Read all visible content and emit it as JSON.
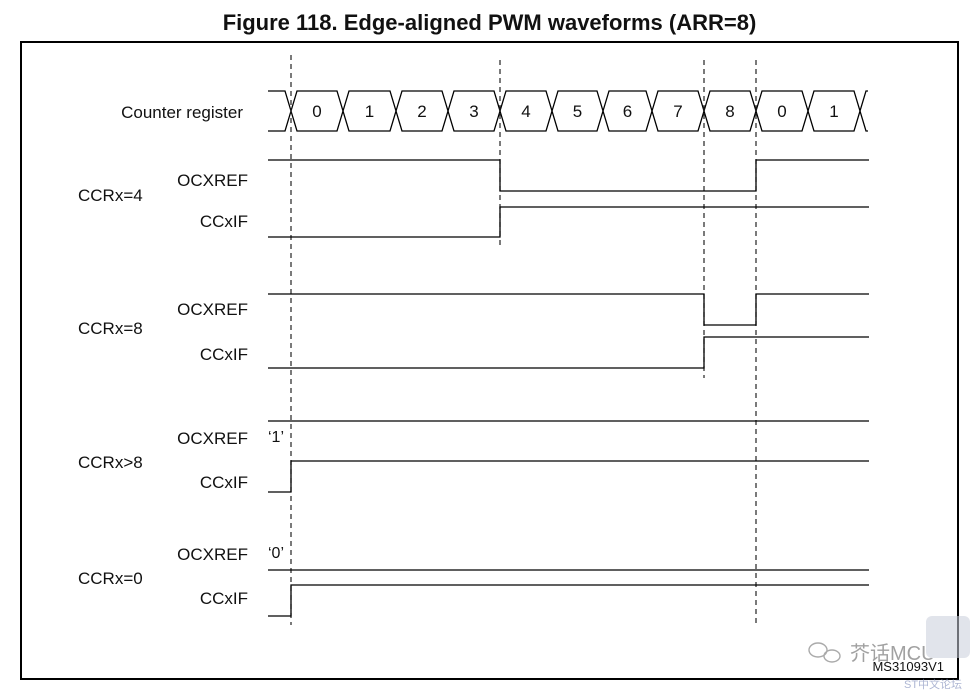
{
  "figure_title": "Figure 118. Edge-aligned PWM waveforms (ARR=8)",
  "counter": {
    "label": "Counter register",
    "values": [
      "0",
      "1",
      "2",
      "3",
      "4",
      "5",
      "6",
      "7",
      "8",
      "0",
      "1"
    ]
  },
  "groups": [
    {
      "label": "CCRx=4",
      "ocxref_label": "OCXREF",
      "ccxif_label": "CCxIF",
      "initial": ""
    },
    {
      "label": "CCRx=8",
      "ocxref_label": "OCXREF",
      "ccxif_label": "CCxIF",
      "initial": ""
    },
    {
      "label": "CCRx>8",
      "ocxref_label": "OCXREF",
      "ccxif_label": "CCxIF",
      "initial": "‘1’"
    },
    {
      "label": "CCRx=0",
      "ocxref_label": "OCXREF",
      "ccxif_label": "CCxIF",
      "initial": "‘0’"
    }
  ],
  "code": "MS31093V1",
  "watermark": {
    "name": "芥话MCU",
    "sub": "ST中文论坛"
  }
}
